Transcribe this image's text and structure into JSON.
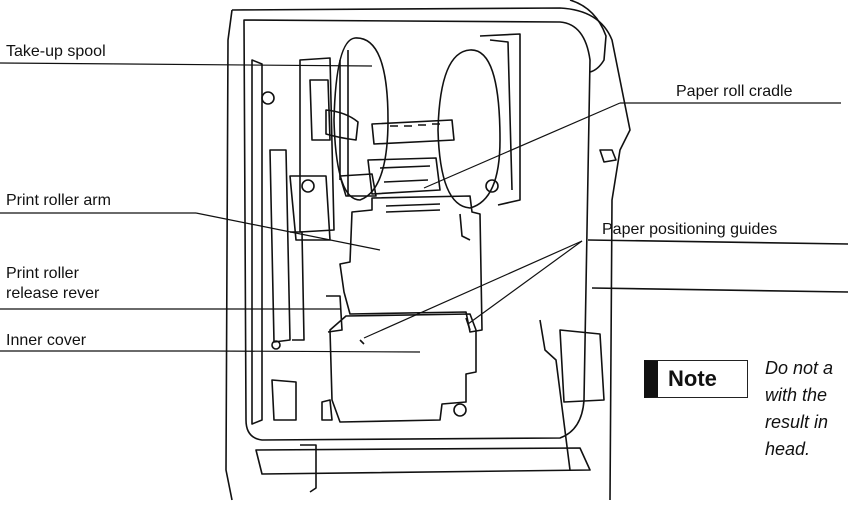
{
  "labels": {
    "take_up_spool": "Take-up spool",
    "paper_roll_cradle": "Paper roll cradle",
    "print_roller_arm": "Print roller arm",
    "paper_positioning_guides": "Paper positioning guides",
    "print_roller_release_lever_line1": "Print roller",
    "print_roller_release_lever_line2": "release rever",
    "inner_cover": "Inner cover"
  },
  "note": {
    "title": "Note",
    "lines": [
      "Do not a",
      "with the",
      "result in",
      "head."
    ]
  }
}
